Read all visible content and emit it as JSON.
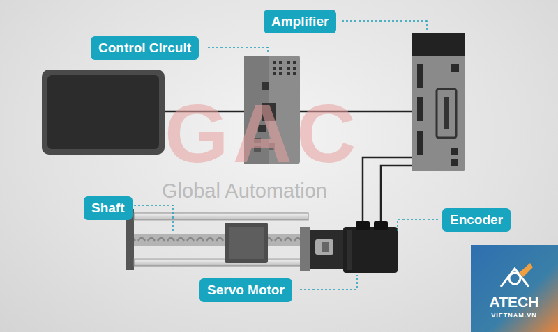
{
  "diagram": {
    "labels": [
      "Amplifier",
      "Control Circuit",
      "Shaft",
      "Encoder",
      "Servo Motor",
      "GAC",
      "Global Automation",
      "ATECH",
      "VIETNAM.VN"
    ]
  }
}
